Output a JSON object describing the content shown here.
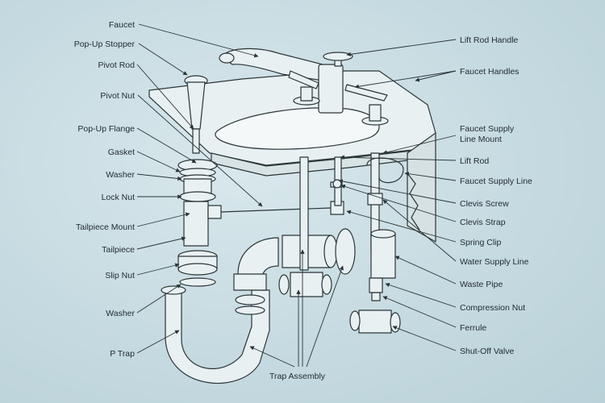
{
  "labels": {
    "faucet": "Faucet",
    "popup_stopper": "Pop-Up Stopper",
    "pivot_rod": "Pivot Rod",
    "pivot_nut": "Pivot Nut",
    "popup_flange": "Pop-Up Flange",
    "gasket": "Gasket",
    "washer_top": "Washer",
    "lock_nut": "Lock Nut",
    "tailpiece_mount": "Tailpiece Mount",
    "tailpiece": "Tailpiece",
    "slip_nut": "Slip Nut",
    "washer_bottom": "Washer",
    "p_trap": "P Trap",
    "trap_assembly": "Trap Assembly",
    "lift_rod_handle": "Lift Rod Handle",
    "faucet_handles": "Faucet Handles",
    "faucet_supply_line_mount_1": "Faucet Supply",
    "faucet_supply_line_mount_2": "Line Mount",
    "lift_rod": "Lift Rod",
    "faucet_supply_line": "Faucet Supply Line",
    "clevis_screw": "Clevis Screw",
    "clevis_strap": "Clevis Strap",
    "spring_clip": "Spring Clip",
    "water_supply_line": "Water Supply Line",
    "waste_pipe": "Waste Pipe",
    "compression_nut": "Compression Nut",
    "ferrule": "Ferrule",
    "shutoff_valve": "Shut-Off Valve"
  },
  "colors": {
    "line": "#2a3538",
    "fill": "#e9f0f2",
    "shade": "#cdd9dd"
  }
}
